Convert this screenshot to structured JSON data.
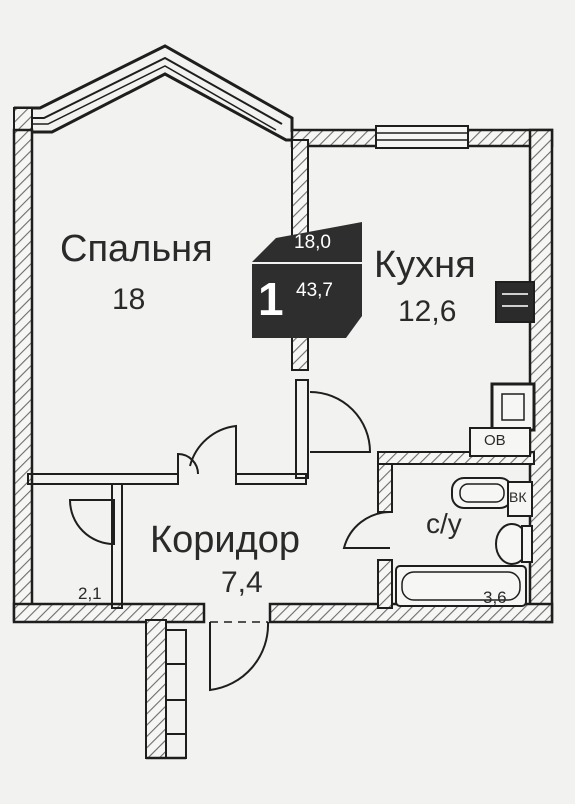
{
  "rooms": {
    "bedroom": {
      "name": "Спальня",
      "area": "18"
    },
    "kitchen": {
      "name": "Кухня",
      "area": "12,6"
    },
    "corridor": {
      "name": "Коридор",
      "area": "7,4"
    },
    "bathroom": {
      "name": "с/у",
      "area": "3,6"
    },
    "storage": {
      "area": "2,1"
    }
  },
  "badge": {
    "rooms_count": "1",
    "living_area": "18,0",
    "total_area": "43,7"
  },
  "fixtures": {
    "ventilation_label": "ОВ",
    "water_label": "ВК"
  },
  "colors": {
    "wall": "#1e1e1e",
    "hatch": "#7a7a7a",
    "background": "#f2f2f0",
    "badge": "#2a2a2a"
  }
}
